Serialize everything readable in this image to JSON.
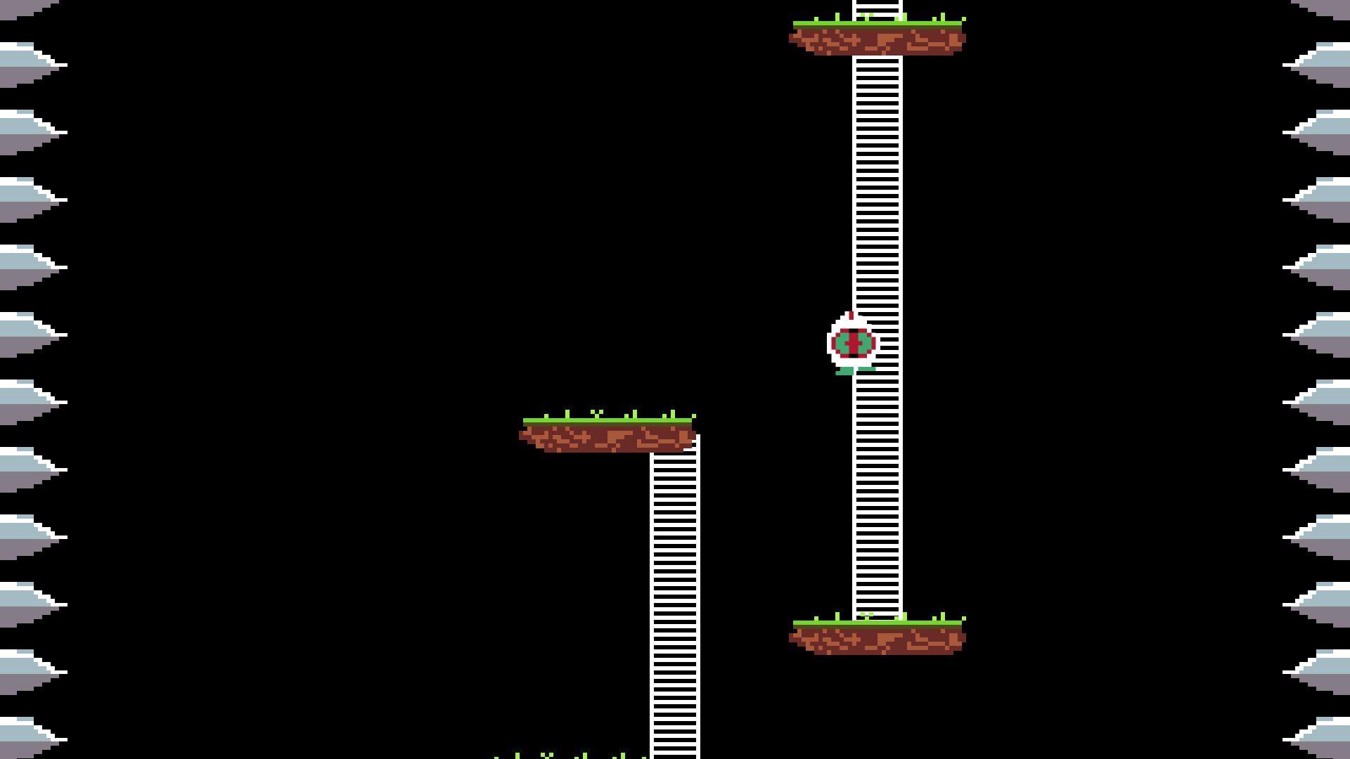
{
  "scene": {
    "background_color": "#000000",
    "player": {
      "icon": "player-character-sprite",
      "state": "climbing-ladder"
    },
    "hazards": {
      "icon": "spike-wall",
      "left_count": 12,
      "right_count": 12
    }
  },
  "colors": {
    "grass": "#74d62c",
    "grass_tuft": "#a4f24e",
    "grass_shadow": "#4e4a1c",
    "dirt_dark": "#6a2b26",
    "dirt_light": "#a8593a",
    "ladder": "#ffffff",
    "spike_highlight": "#ffffff",
    "spike_light": "#a3bcc4",
    "spike_dark": "#857c88",
    "player_white": "#ffffff",
    "player_red": "#b0152e",
    "player_green": "#3daa72"
  }
}
